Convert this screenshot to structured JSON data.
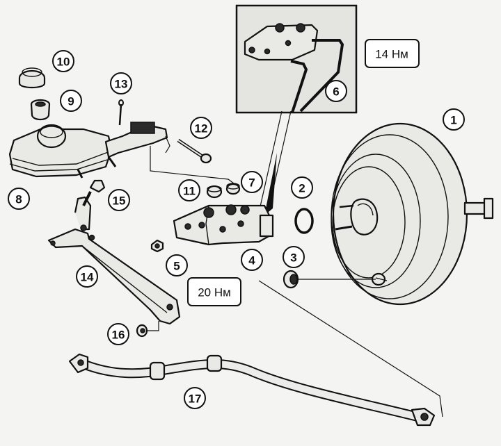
{
  "callouts": [
    "1",
    "2",
    "3",
    "4",
    "5",
    "6",
    "7",
    "8",
    "9",
    "10",
    "11",
    "12",
    "13",
    "14",
    "15",
    "16",
    "17"
  ],
  "torques": [
    "14 Нм",
    "20 Нм"
  ]
}
